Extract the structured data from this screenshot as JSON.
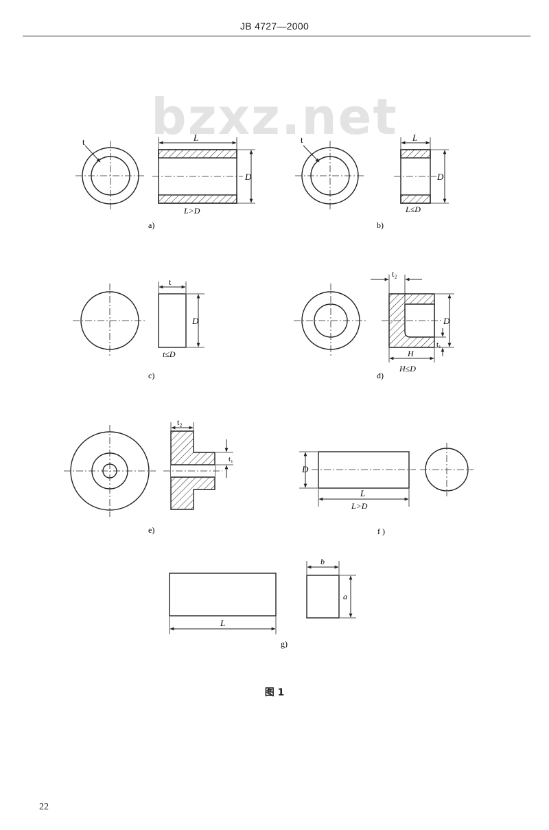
{
  "header": {
    "standard_number": "JB 4727—2000"
  },
  "watermark": "bzxz.net",
  "figures": {
    "a": {
      "sublabel": "a)",
      "dims": {
        "t": "t",
        "L": "L",
        "D": "D"
      },
      "condition": "L>D"
    },
    "b": {
      "sublabel": "b)",
      "dims": {
        "t": "t",
        "L": "L",
        "D": "D"
      },
      "condition": "L≤D"
    },
    "c": {
      "sublabel": "c)",
      "dims": {
        "t": "t",
        "D": "D"
      },
      "condition": "t≤D"
    },
    "d": {
      "sublabel": "d)",
      "dims": {
        "t2": "t₂",
        "t1": "t₁",
        "H": "H",
        "D": "D"
      },
      "condition": "H≤D"
    },
    "e": {
      "sublabel": "e)",
      "dims": {
        "t2": "t₂",
        "t1": "t₁"
      }
    },
    "f": {
      "sublabel": "f )",
      "dims": {
        "D": "D",
        "L": "L"
      },
      "condition": "L>D"
    },
    "g": {
      "sublabel": "g)",
      "dims": {
        "L": "L",
        "b": "b",
        "a": "a"
      }
    }
  },
  "figure_caption": "图 1",
  "page_number": "22"
}
